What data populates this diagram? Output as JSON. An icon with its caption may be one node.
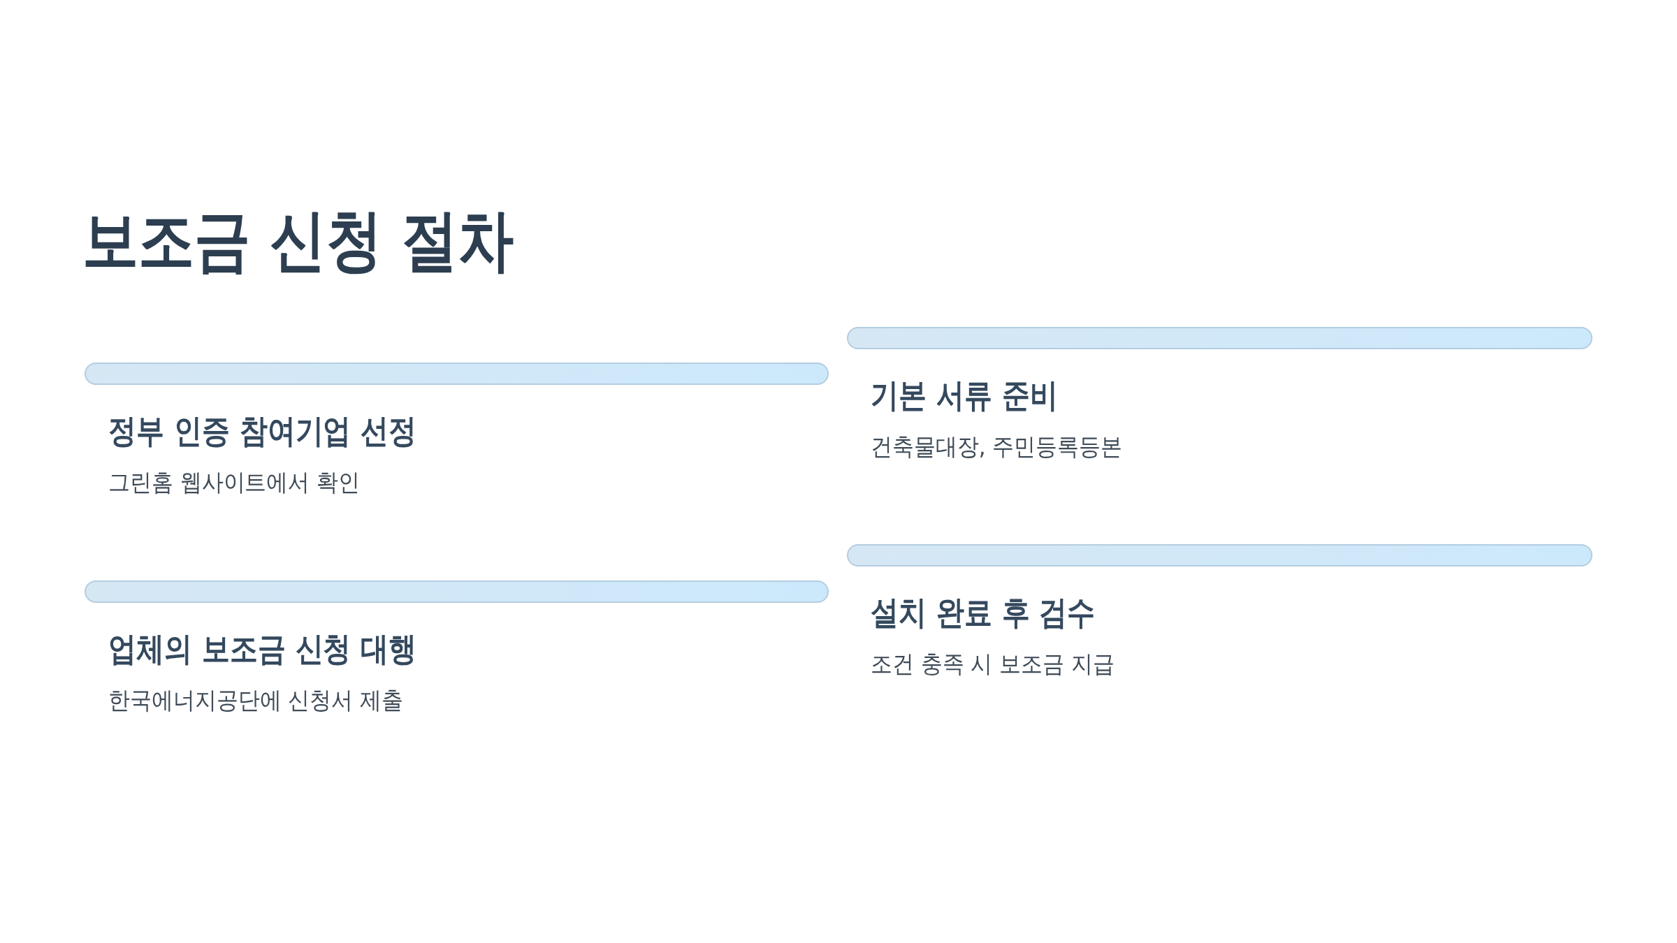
{
  "diagram": {
    "title": "보조금 신청 절차",
    "nodes": [
      {
        "text": [
          "정부 인증 참여기업 선정",
          "그린홈 웹사이트에서 확인"
        ]
      },
      {
        "text": [
          "기본 서류 준비",
          "건축물대장, 주민등록등본"
        ]
      },
      {
        "text": [
          "업체의 보조금 신청 대행",
          "한국에너지공단에 신청서 제출"
        ]
      },
      {
        "text": [
          "설치 완료 후 검수",
          "조건 충족 시 보조금 지급"
        ]
      }
    ]
  }
}
